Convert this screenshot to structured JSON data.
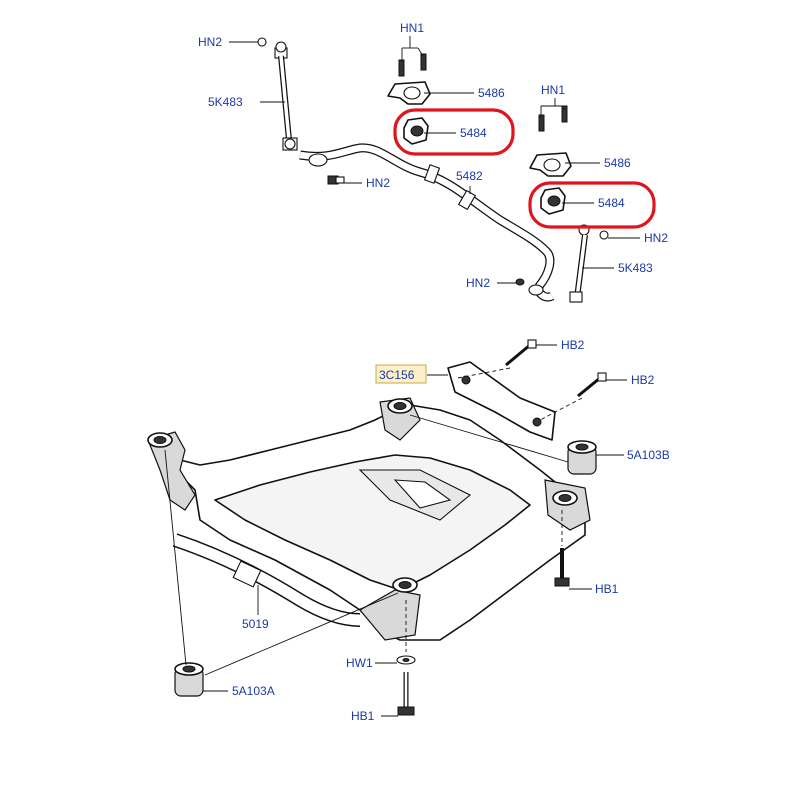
{
  "diagram": {
    "labels": {
      "hn2_a": "HN2",
      "k483_a": "5K483",
      "hn1_a": "HN1",
      "p5486_a": "5486",
      "p5484_a": "5484",
      "hn2_b": "HN2",
      "p5482": "5482",
      "hn1_b": "HN1",
      "p5486_b": "5486",
      "p5484_b": "5484",
      "hn2_c": "HN2",
      "k483_b": "5K483",
      "hn2_d": "HN2",
      "hb2_a": "HB2",
      "c156": "3C156",
      "hb2_b": "HB2",
      "a103b": "5A103B",
      "hb1_a": "HB1",
      "p5019": "5019",
      "hw1": "HW1",
      "a103a": "5A103A",
      "hb1_b": "HB1"
    },
    "highlight_color": "#e0141e",
    "label_color": "#1a3aa8"
  }
}
